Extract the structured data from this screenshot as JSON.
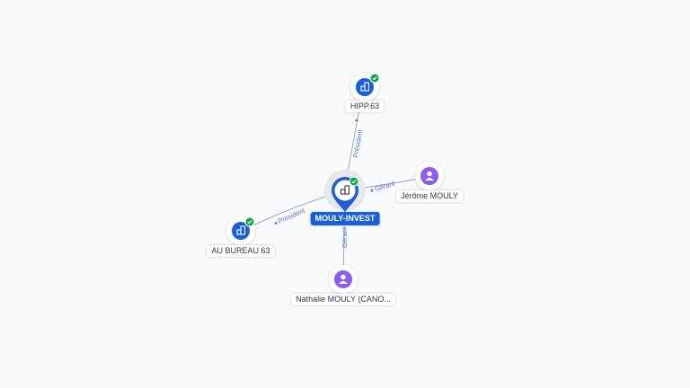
{
  "nodes": {
    "center": {
      "label": "MOULY-INVEST",
      "type": "company",
      "verified": true
    },
    "hipp63": {
      "label": "HIPP.63",
      "type": "company",
      "verified": true
    },
    "au_bureau": {
      "label": "AU BUREAU 63",
      "type": "company",
      "verified": true
    },
    "jerome": {
      "label": "Jérôme MOULY",
      "type": "person"
    },
    "nathalie": {
      "label": "Nathalie MOULY (CANO...",
      "type": "person"
    }
  },
  "edges": {
    "hipp63": {
      "label": "Président"
    },
    "au_bureau": {
      "label": "Président"
    },
    "jerome": {
      "label": "Gérant"
    },
    "nathalie": {
      "label": "Gérant"
    }
  },
  "icons": {
    "company": "building-icon",
    "person": "person-icon",
    "verified": "check-badge-icon"
  },
  "colors": {
    "company": "#1a5fd6",
    "person": "#8b5cf6",
    "verified": "#16a34a",
    "edge": "#9aa3b5",
    "edge_label": "#5a73d6"
  }
}
